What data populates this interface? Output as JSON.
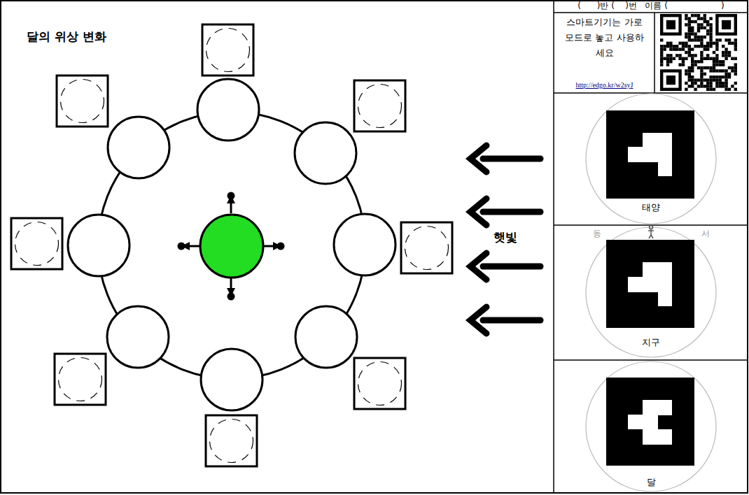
{
  "diagram": {
    "title": "달의 위상 변화",
    "nodes": [
      {
        "text": [
          "(      )반 (    )번   이름 (                    )"
        ]
      },
      {
        "text": [
          "스마트기기는 가로 모드로 놓고 사용하세요",
          "http://edgo.kr/w2syJ"
        ]
      },
      {
        "text": [
          "태양"
        ]
      },
      {
        "text": [
          "지구"
        ]
      },
      {
        "text": [
          "달"
        ]
      }
    ],
    "labels": [
      "햇빛",
      "동",
      "서"
    ]
  }
}
